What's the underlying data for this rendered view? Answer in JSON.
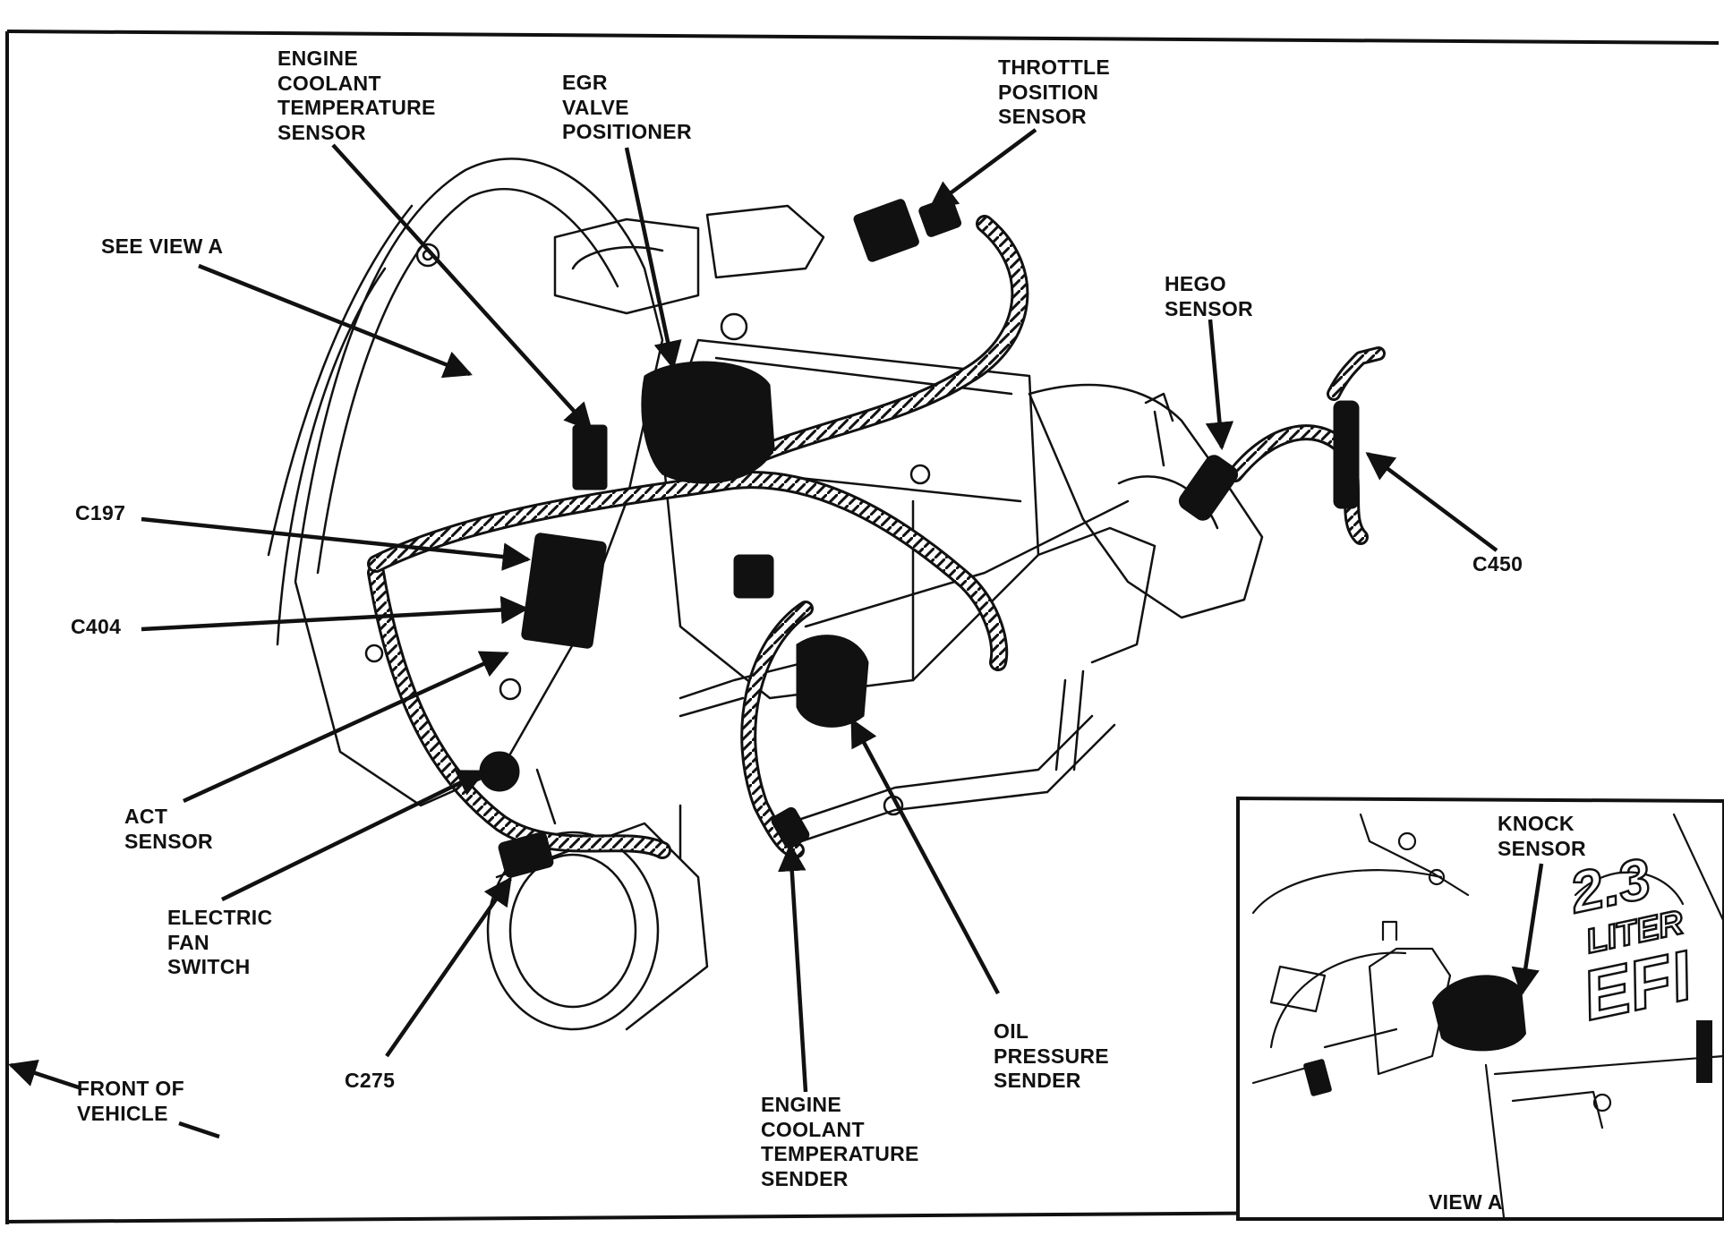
{
  "labels": {
    "engine_coolant_temp_sensor": "ENGINE\nCOOLANT\nTEMPERATURE\nSENSOR",
    "egr_valve_positioner": "EGR\nVALVE\nPOSITIONER",
    "throttle_position_sensor": "THROTTLE\nPOSITION\nSENSOR",
    "see_view_a": "SEE VIEW A",
    "hego_sensor": "HEGO\nSENSOR",
    "c197": "C197",
    "c450": "C450",
    "c404": "C404",
    "act_sensor": "ACT\nSENSOR",
    "electric_fan_switch": "ELECTRIC\nFAN\nSWITCH",
    "c275": "C275",
    "front_of_vehicle": "FRONT OF\nVEHICLE",
    "engine_coolant_temp_sender": "ENGINE\nCOOLANT\nTEMPERATURE\nSENDER",
    "oil_pressure_sender": "OIL\nPRESSURE\nSENDER",
    "knock_sensor": "KNOCK\nSENSOR",
    "view_a": "VIEW A",
    "inset_badge_top": "2.3",
    "inset_badge_mid": "LITER",
    "inset_badge_bottom": "EFI"
  },
  "colors": {
    "ink": "#111111",
    "paper": "#ffffff"
  }
}
